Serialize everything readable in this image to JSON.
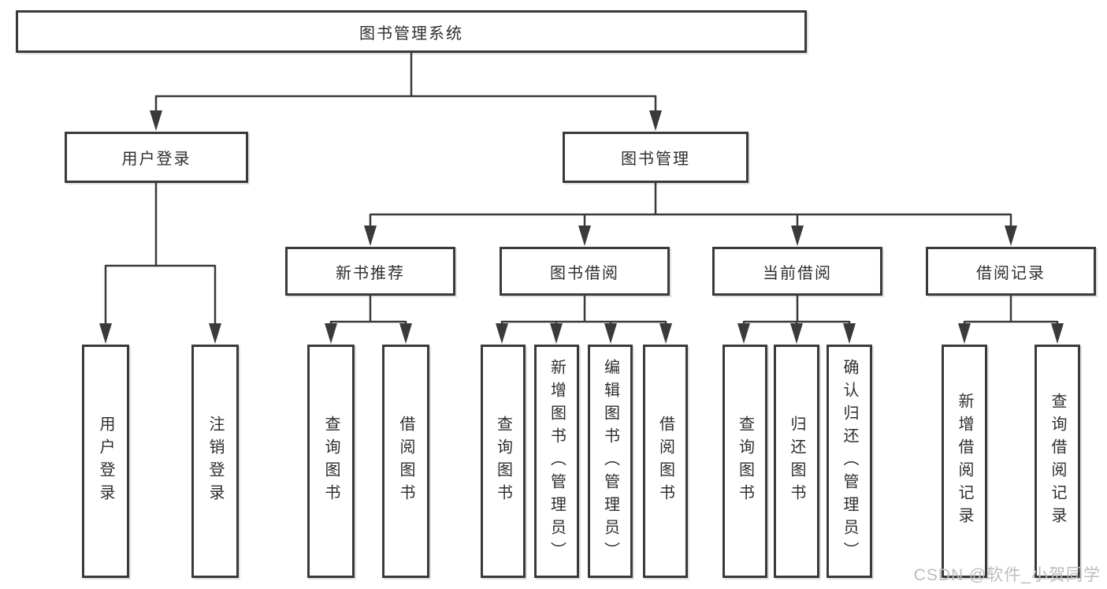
{
  "diagram": {
    "root": {
      "label": "图书管理系统"
    },
    "level2": [
      {
        "label": "用户登录"
      },
      {
        "label": "图书管理"
      }
    ],
    "level3": [
      {
        "label": "新书推荐"
      },
      {
        "label": "图书借阅"
      },
      {
        "label": "当前借阅"
      },
      {
        "label": "借阅记录"
      }
    ],
    "leaves": [
      {
        "label": "用户登录"
      },
      {
        "label": "注销登录"
      },
      {
        "label": "查询图书"
      },
      {
        "label": "借阅图书"
      },
      {
        "label": "查询图书"
      },
      {
        "label": "新增图书（管理员）"
      },
      {
        "label": "编辑图书（管理员）"
      },
      {
        "label": "借阅图书"
      },
      {
        "label": "查询图书"
      },
      {
        "label": "归还图书"
      },
      {
        "label": "确认归还（管理员）"
      },
      {
        "label": "新增借阅记录"
      },
      {
        "label": "查询借阅记录"
      }
    ]
  },
  "watermark": "CSDN @软件_小贺同学",
  "colors": {
    "line": "#3a3a3a",
    "box_border": "#3a3a3a",
    "box_background": "#ffffff",
    "text": "#2e2e2e",
    "watermark": "#bdbdbd"
  }
}
